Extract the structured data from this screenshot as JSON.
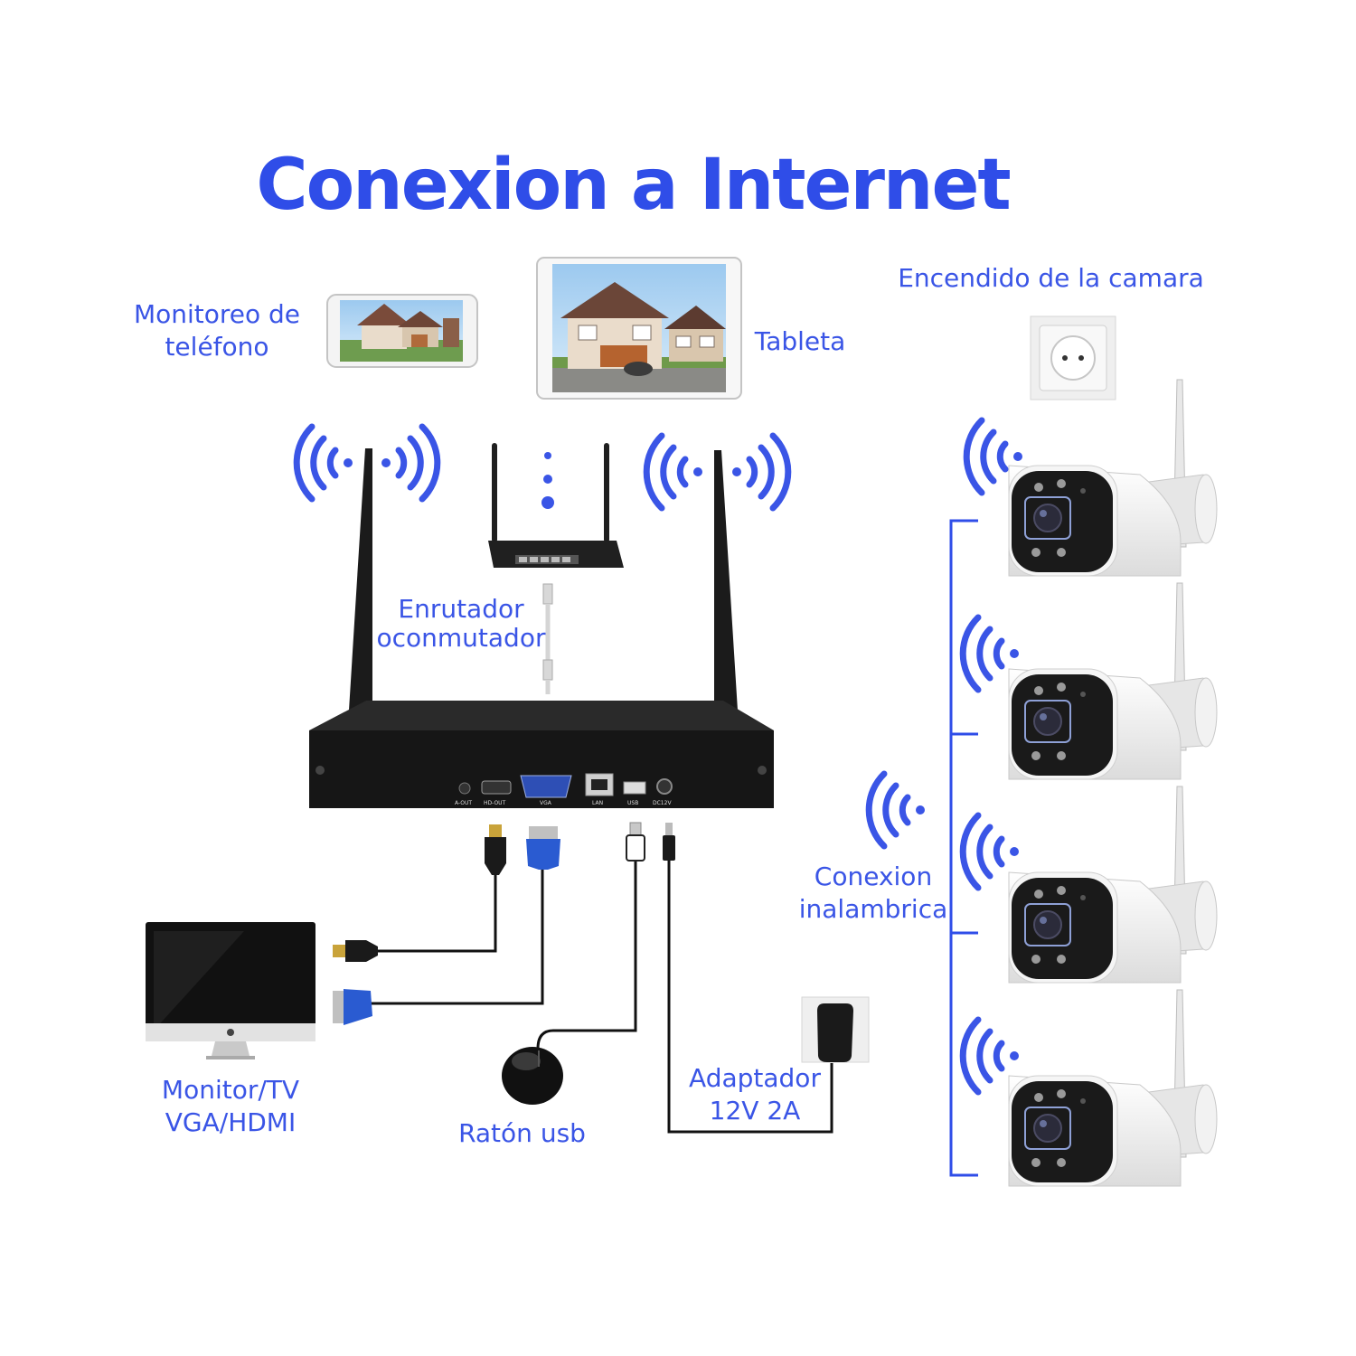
{
  "title": "Conexion a Internet",
  "labels": {
    "phone": [
      "Monitoreo de",
      "teléfono"
    ],
    "tablet": "Tableta",
    "camera_power": "Encendido de la camara",
    "router": [
      "Enrutador",
      "oconmutador"
    ],
    "wireless": [
      "Conexion",
      "inalambrica"
    ],
    "monitor": [
      "Monitor/TV",
      "VGA/HDMI"
    ],
    "mouse": "Ratón usb",
    "adapter": [
      "Adaptador",
      "12V 2A"
    ]
  },
  "nvr_ports": [
    "A-OUT",
    "HD-OUT",
    "VGA",
    "LAN",
    "USB",
    "DC12V"
  ],
  "colors": {
    "accent": "#3a55e6",
    "device": "#1c1c1c",
    "line": "#2f4de8"
  }
}
